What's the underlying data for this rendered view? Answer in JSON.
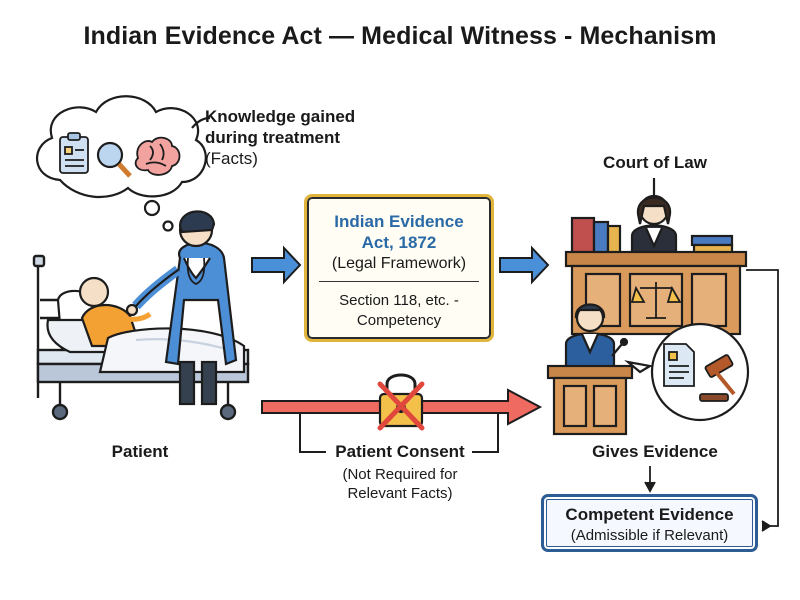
{
  "title": "Indian Evidence Act — Medical Witness - Mechanism",
  "thought": {
    "line1": "Knowledge gained",
    "line2": "during treatment",
    "note": "(Facts)"
  },
  "court": {
    "label": "Court of Law"
  },
  "act_box": {
    "title_line1": "Indian Evidence",
    "title_line2": "Act, 1872",
    "subtitle": "(Legal Framework)",
    "section_line1": "Section 118, etc. -",
    "section_line2": "Competency"
  },
  "patient": {
    "label": "Patient"
  },
  "consent": {
    "label": "Patient Consent",
    "note_line1": "(Not Required for",
    "note_line2": "Relevant Facts)"
  },
  "gives_evidence": {
    "label": "Gives Evidence"
  },
  "competent_box": {
    "title": "Competent Evidence",
    "subtitle": "(Admissible if Relevant)"
  },
  "colors": {
    "blue_arrow": "#4a90d9",
    "red_arrow": "#ef6b61",
    "doctor_coat": "#4d8fd6",
    "wood": "#d99a5b",
    "act_border": "#e0b53b",
    "act_title": "#2a6aa6",
    "competent_border": "#2d5d95"
  },
  "icons": [
    "clipboard-icon",
    "magnifier-icon",
    "brain-icon",
    "scales-icon",
    "gavel-icon",
    "document-icon",
    "lock-icon",
    "cross-icon"
  ]
}
